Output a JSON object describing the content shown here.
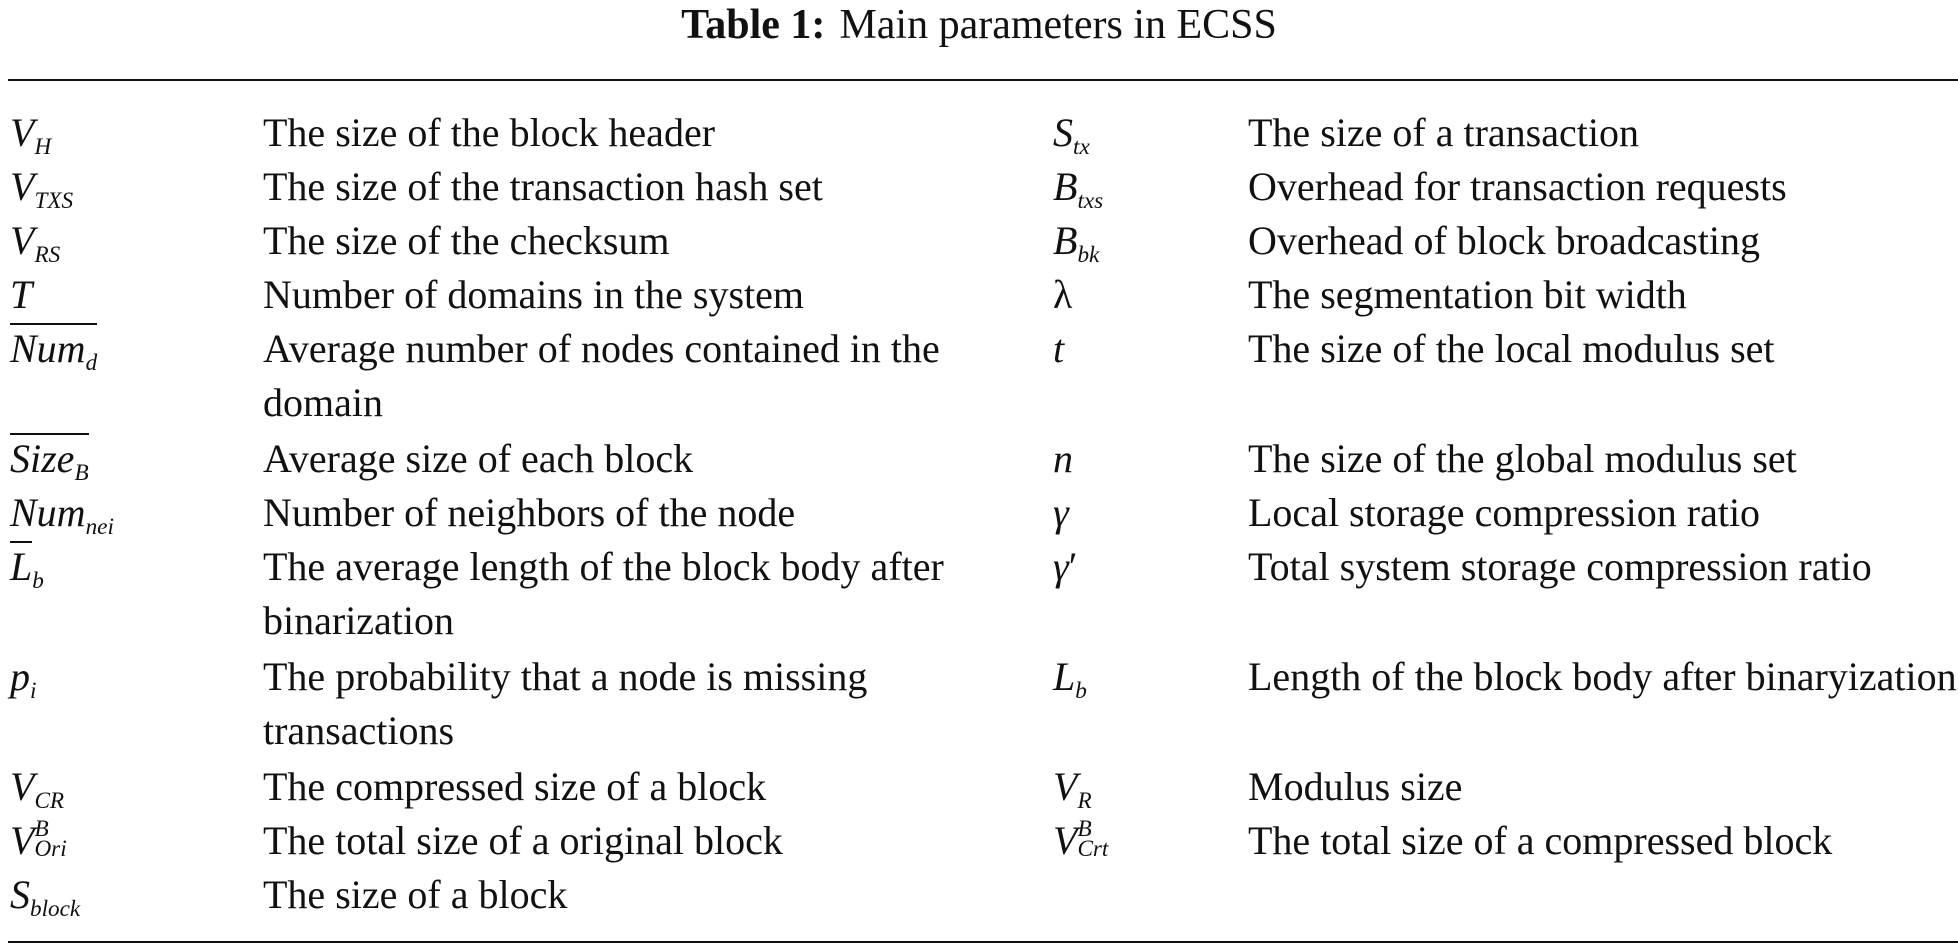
{
  "caption": {
    "label": "Table 1:",
    "text": "Main parameters in ECSS"
  },
  "rows": [
    {
      "l_base": "V",
      "l_sub": "H",
      "l_desc": "The size of the block header",
      "r_base": "S",
      "r_sub": "tx",
      "r_desc": "The size of a transaction"
    },
    {
      "l_base": "V",
      "l_sub": "TXS",
      "l_desc": "The size of the transaction hash set",
      "r_base": "B",
      "r_sub": "txs",
      "r_desc": "Overhead for transaction requests"
    },
    {
      "l_base": "V",
      "l_sub": "RS",
      "l_desc": "The size of the checksum",
      "r_base": "B",
      "r_sub": "bk",
      "r_desc": "Overhead of block broadcasting"
    },
    {
      "l_base": "T",
      "l_desc": "Number of domains in the system",
      "r_base": "λ",
      "r_desc": "The segmentation bit width"
    },
    {
      "l_base": "Num",
      "l_sub": "d",
      "l_desc": "Average number of nodes contained in the domain",
      "r_base": "t",
      "r_desc": "The size of the local modulus set"
    },
    {
      "l_base": "Size",
      "l_sub": "B",
      "l_desc": "Average size of each block",
      "r_base": "n",
      "r_desc": "The size of the global modulus set"
    },
    {
      "l_base": "Num",
      "l_sub": "nei",
      "l_desc": "Number of neighbors of the node",
      "r_base": "γ",
      "r_desc": "Local storage compression ratio"
    },
    {
      "l_base": "L",
      "l_sub": "b",
      "l_desc": "The average length of the block body after binarization",
      "r_base": "γ",
      "r_prime": "′",
      "r_desc": "Total system storage compression ratio"
    },
    {
      "l_base": "p",
      "l_sub": "i",
      "l_desc": "The probability that a node is missing transactions",
      "r_base": "L",
      "r_sub": "b",
      "r_desc": "Length of the block body after binaryization"
    },
    {
      "l_base": "V",
      "l_sub": "CR",
      "l_desc": "The compressed size of a block",
      "r_base": "V",
      "r_sub": "R",
      "r_desc": "Modulus size"
    },
    {
      "l_base": "V",
      "l_sup": "B",
      "l_sub": "Ori",
      "l_desc": "The total size of a original block",
      "r_base": "V",
      "r_sup": "B",
      "r_sub": "Crt",
      "r_desc": "The total size of a compressed block"
    },
    {
      "l_base": "S",
      "l_sub": "block",
      "l_desc": "The size of a block"
    }
  ]
}
